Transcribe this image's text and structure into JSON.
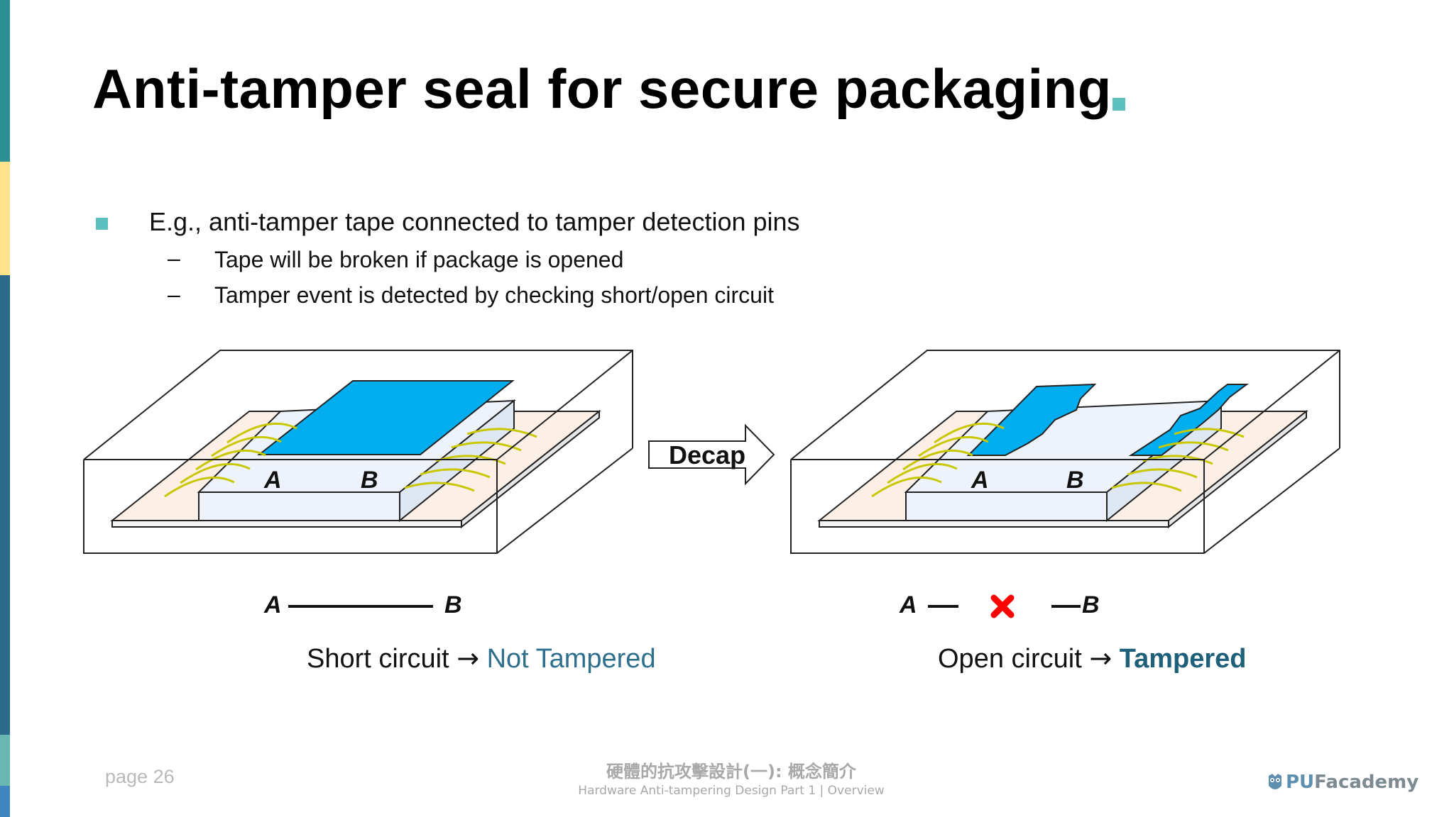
{
  "slide": {
    "title": "Anti-tamper seal for secure packaging",
    "bullet": "E.g., anti-tamper tape connected to tamper detection pins",
    "sub_bullets": [
      "Tape will be broken if package is opened",
      "Tamper event is detected by checking short/open circuit"
    ],
    "sub_dash": "–"
  },
  "diagram": {
    "decap_label": "Decap",
    "pin_a": "A",
    "pin_b": "B",
    "left_caption": {
      "prefix": "Short circuit",
      "arrow": "→",
      "status": "Not Tampered"
    },
    "right_caption": {
      "prefix": "Open circuit",
      "arrow": "→",
      "status": "Tampered"
    },
    "colors": {
      "tape": "#00aeef",
      "wire": "#c8c800",
      "board": "#fcefe6",
      "chip": "#eef3fb",
      "error_mark": "#ff0000",
      "accent": "#5bc0be"
    }
  },
  "footer": {
    "page": "page 26",
    "course_zh": "硬體的抗攻擊設計(一): 概念簡介",
    "course_en": "Hardware Anti-tampering Design Part 1 | Overview",
    "logo_pu": "PU",
    "logo_rest": "Facademy"
  },
  "sidebar_colors": [
    "#2b8f94",
    "#ffe38c",
    "#2b6a8a",
    "#68b7b3",
    "#3f86c1"
  ]
}
